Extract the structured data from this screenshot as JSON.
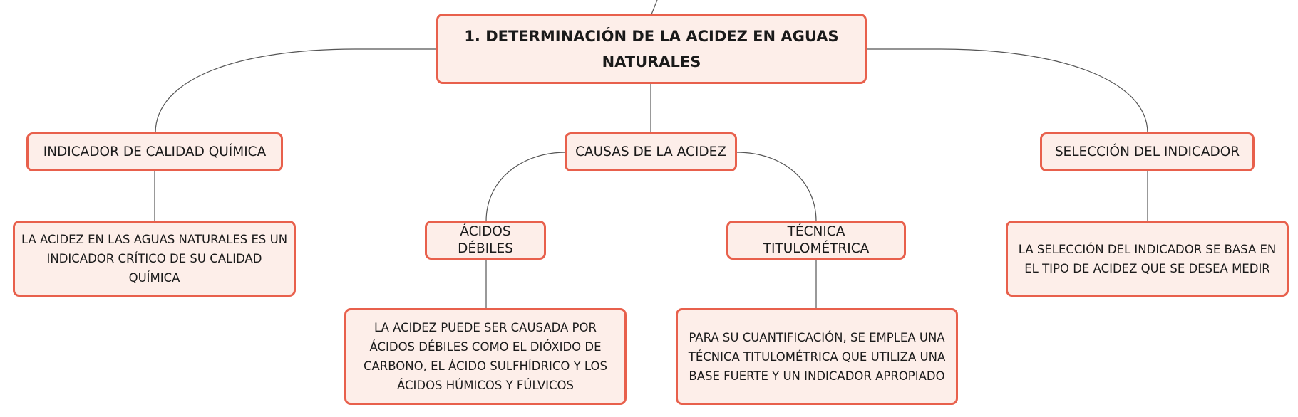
{
  "diagram": {
    "root": {
      "label": "1. DETERMINACIÓN DE LA ACIDEZ EN AGUAS NATURALES"
    },
    "branches": [
      {
        "id": "calidad",
        "label": "INDICADOR DE CALIDAD QUÍMICA"
      },
      {
        "id": "causas",
        "label": "CAUSAS DE LA ACIDEZ"
      },
      {
        "id": "seleccion",
        "label": "SELECCIÓN DEL INDICADOR"
      }
    ],
    "subbranches": [
      {
        "id": "acidos",
        "label": "ÁCIDOS DÉBILES"
      },
      {
        "id": "tecnica",
        "label": "TÉCNICA TITULOMÉTRICA"
      }
    ],
    "details": [
      {
        "id": "calidad-detail",
        "label": "LA ACIDEZ EN LAS AGUAS NATURALES ES UN INDICADOR CRÍTICO DE SU CALIDAD QUÍMICA"
      },
      {
        "id": "acidos-detail",
        "label": "LA ACIDEZ PUEDE SER CAUSADA POR ÁCIDOS DÉBILES COMO EL DIÓXIDO DE CARBONO, EL ÁCIDO SULFHÍDRICO Y LOS ÁCIDOS HÚMICOS Y FÚLVICOS"
      },
      {
        "id": "tecnica-detail",
        "label": "PARA SU CUANTIFICACIÓN, SE EMPLEA UNA TÉCNICA TITULOMÉTRICA QUE UTILIZA UNA BASE FUERTE Y UN INDICADOR APROPIADO"
      },
      {
        "id": "seleccion-detail",
        "label": "LA SELECCIÓN DEL INDICADOR SE BASA EN EL TIPO DE ACIDEZ QUE SE DESEA MEDIR"
      }
    ],
    "colors": {
      "node_fill": "#fdeee9",
      "node_border": "#e8604c",
      "connector": "#555555",
      "text": "#1a1a1a"
    }
  }
}
